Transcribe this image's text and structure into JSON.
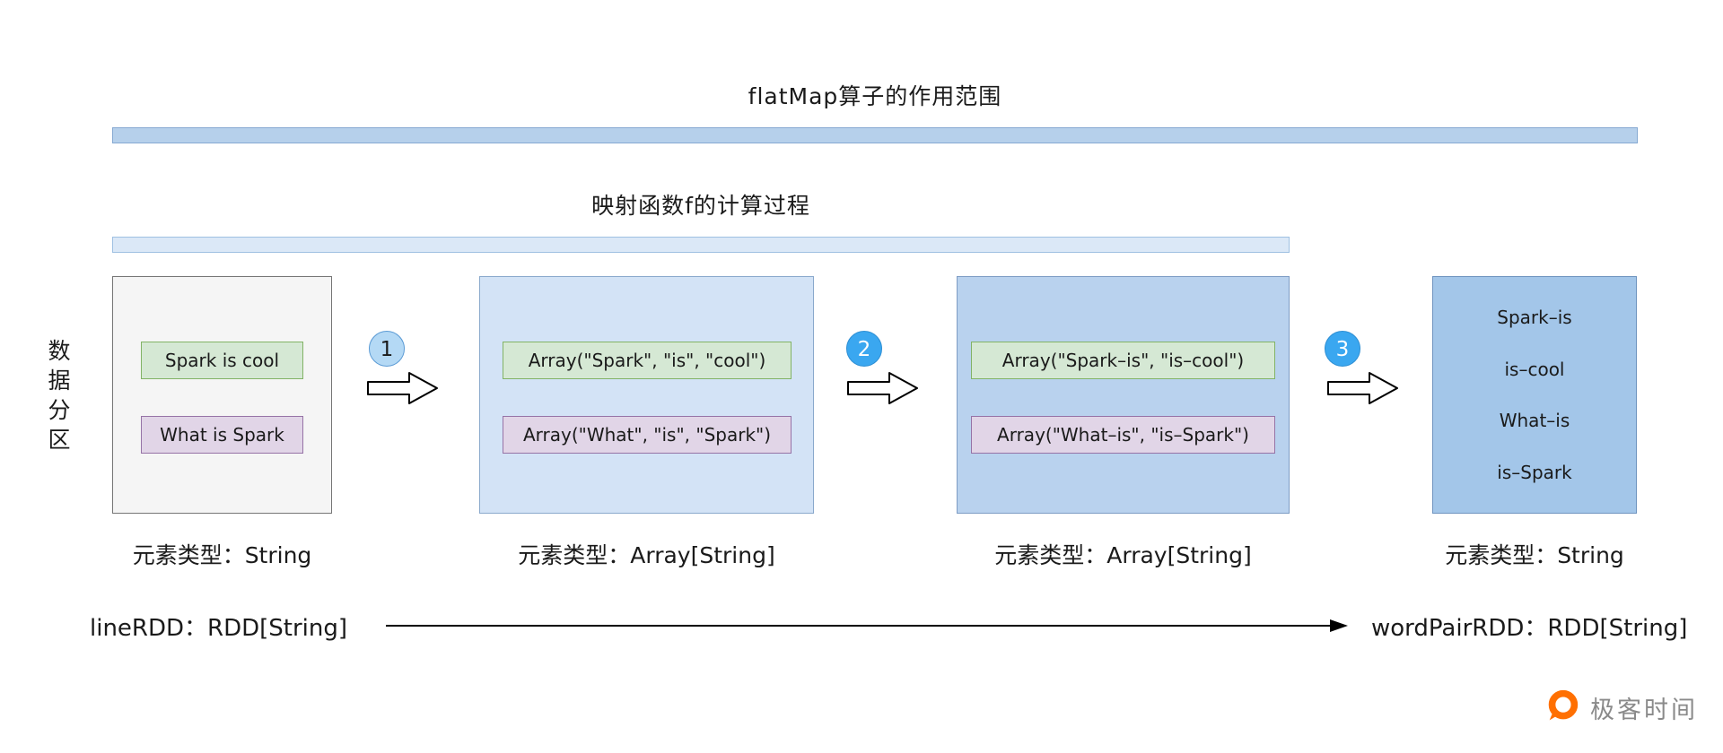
{
  "header": {
    "flatmap_title": "flatMap算子的作用范围",
    "map_title": "映射函数f的计算过程"
  },
  "side_label": "数据分区",
  "stages": [
    {
      "items": [
        {
          "text": "Spark is cool",
          "variant": "green"
        },
        {
          "text": "What is Spark",
          "variant": "purple"
        }
      ],
      "type_label": "元素类型：String"
    },
    {
      "items": [
        {
          "text": "Array(\"Spark\", \"is\", \"cool\")",
          "variant": "green"
        },
        {
          "text": "Array(\"What\", \"is\", \"Spark\")",
          "variant": "purple"
        }
      ],
      "type_label": "元素类型：Array[String]"
    },
    {
      "items": [
        {
          "text": "Array(\"Spark–is\", \"is–cool\")",
          "variant": "green"
        },
        {
          "text": "Array(\"What–is\", \"is–Spark\")",
          "variant": "purple"
        }
      ],
      "type_label": "元素类型：Array[String]"
    },
    {
      "lines": [
        "Spark–is",
        "is–cool",
        "What–is",
        "is–Spark"
      ],
      "type_label": "元素类型：String"
    }
  ],
  "steps": [
    "1",
    "2",
    "3"
  ],
  "footer": {
    "left": "lineRDD：RDD[String]",
    "right": "wordPairRDD：RDD[String]"
  },
  "brand": {
    "name": "极客时间",
    "accent_color": "#ff7002"
  },
  "colors": {
    "scope_bar": "#b6d0eb",
    "map_bar": "#dbe8f7",
    "box_gray": "#f5f5f5",
    "box_light_blue": "#d3e3f6",
    "box_mid_blue": "#b9d2ee",
    "box_dark_blue": "#a3c6e9",
    "chip_green": "#d5e8d4",
    "chip_purple": "#e1d5e7",
    "step_solid": "#3aa7f0"
  }
}
